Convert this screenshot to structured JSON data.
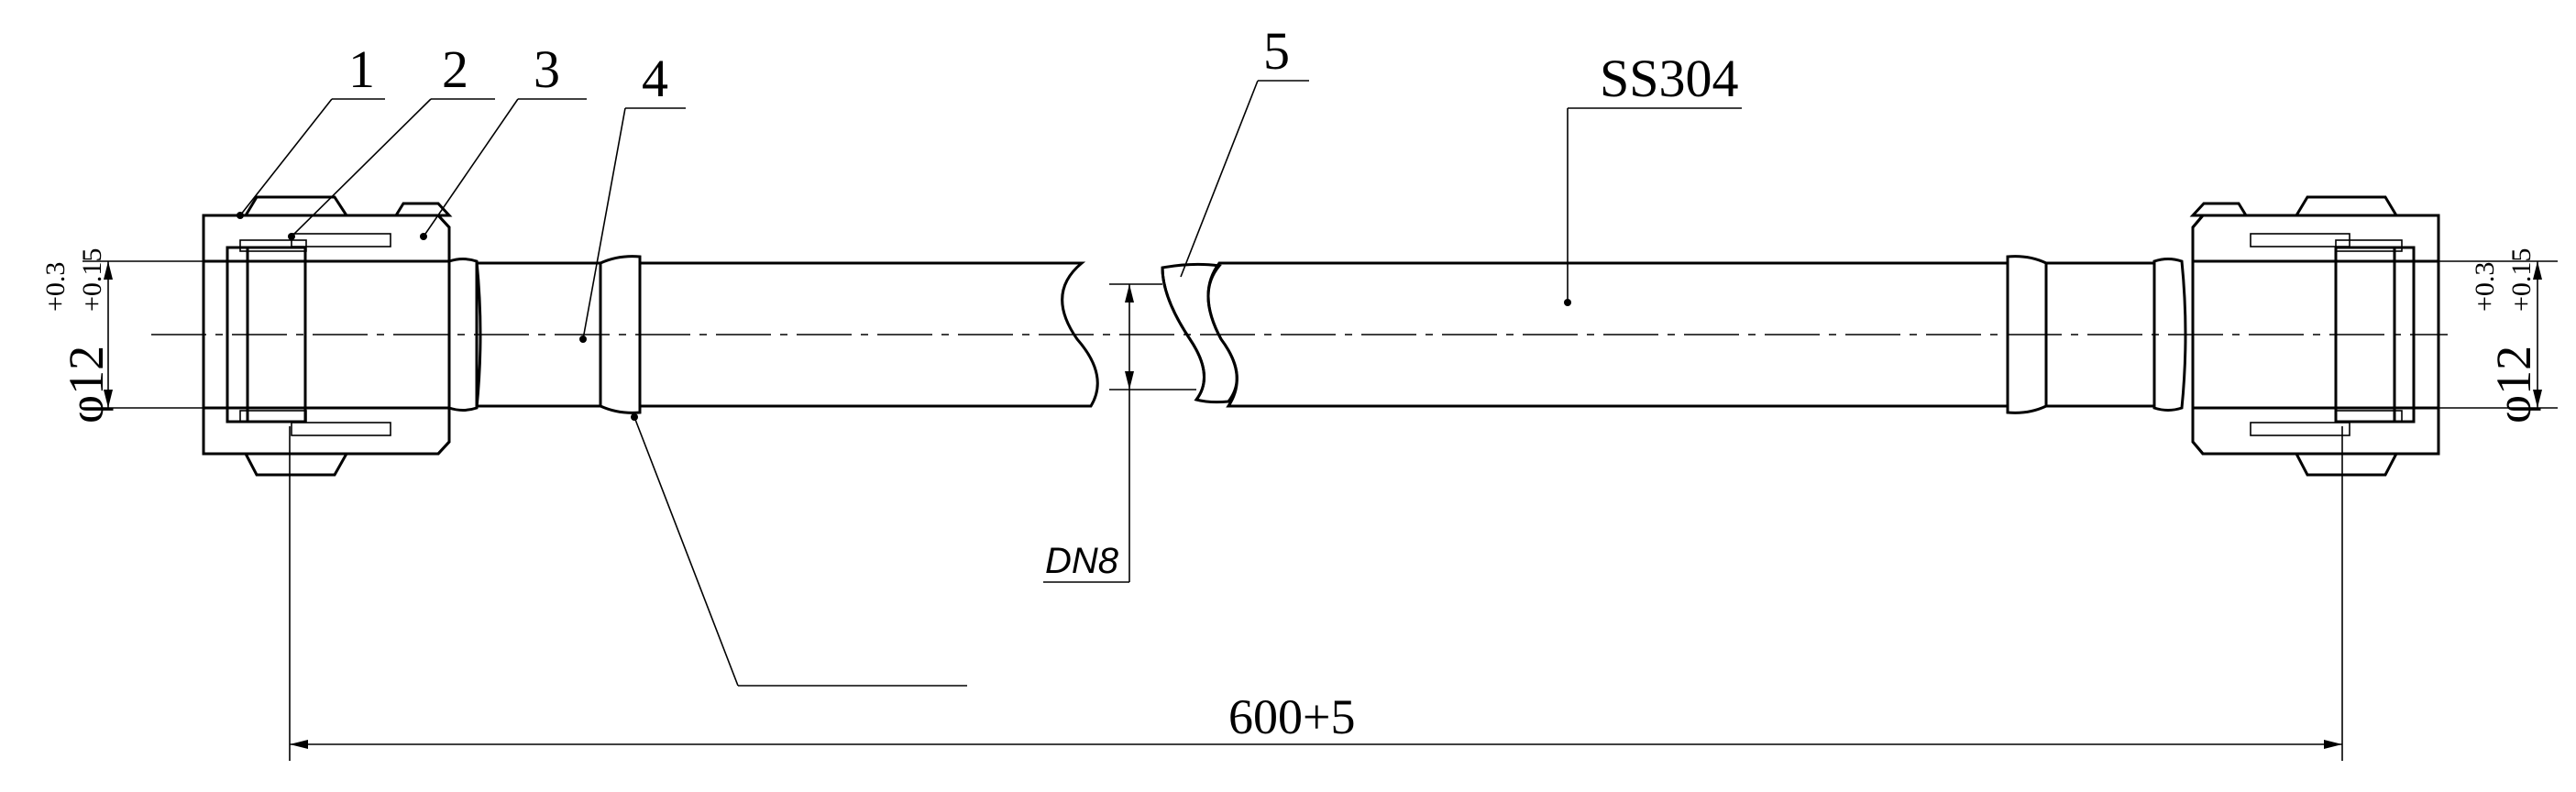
{
  "part_labels": [
    "1",
    "2",
    "3",
    "4",
    "5"
  ],
  "material_label": "SS304",
  "nominal_size": "DN8",
  "length_dimension": "600+5",
  "bore_diameter": {
    "left": {
      "nominal": "φ12",
      "tol_upper": "+0.3",
      "tol_lower": "+0.15"
    },
    "right": {
      "nominal": "φ12",
      "tol_upper": "+0.3",
      "tol_lower": "+0.15"
    }
  }
}
